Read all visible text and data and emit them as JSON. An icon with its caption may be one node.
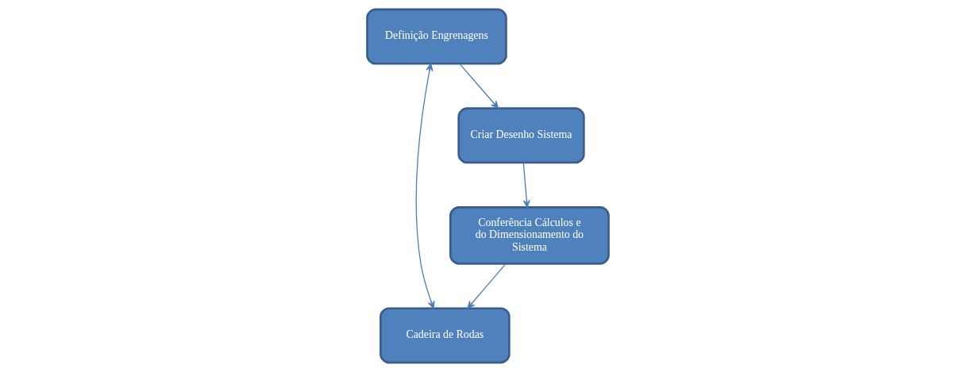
{
  "diagram": {
    "nodes": [
      {
        "text": [
          "Cadeira de Rodas"
        ]
      },
      {
        "text": [
          "Definição Engrenagens"
        ]
      },
      {
        "text": [
          "Criar Desenho Sistema"
        ]
      },
      {
        "text": [
          "Conferência Cálculos e do Dimensionamento do Sistema"
        ]
      }
    ],
    "edges": [
      {
        "from": 3,
        "to": 0,
        "arrow": "to"
      },
      {
        "from": 1,
        "to": 0,
        "arrow": "both"
      },
      {
        "from": 1,
        "to": 2,
        "arrow": "to"
      },
      {
        "from": 2,
        "to": 3,
        "arrow": "to"
      }
    ]
  }
}
